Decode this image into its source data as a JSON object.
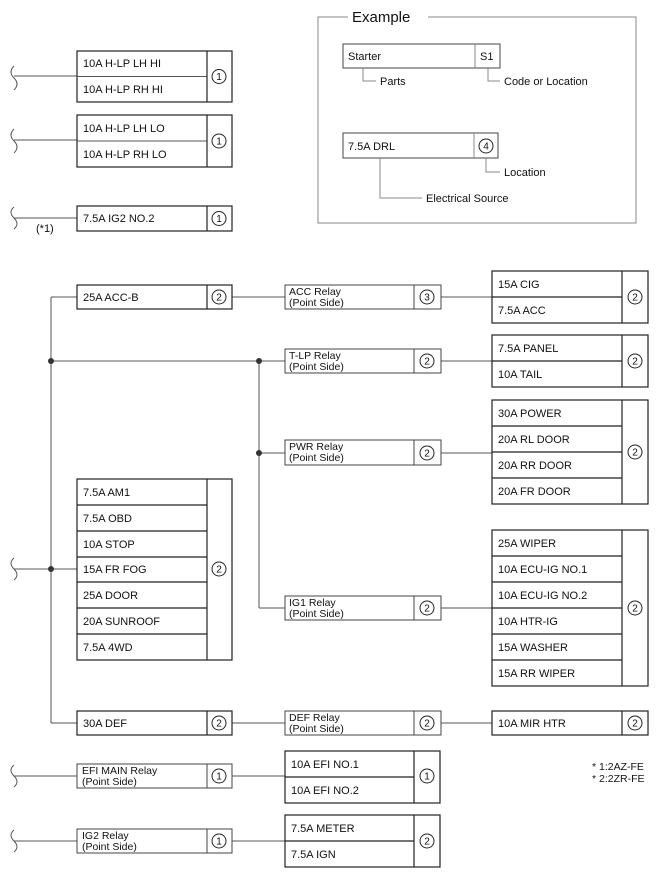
{
  "example": {
    "title": "Example",
    "starter": {
      "label": "Starter",
      "code": "S1"
    },
    "parts_label": "Parts",
    "code_location_label": "Code or Location",
    "drl": {
      "label": "7.5A DRL",
      "code": "4"
    },
    "location_label": "Location",
    "electrical_source_label": "Electrical Source"
  },
  "headlamp_hi": {
    "fuses": [
      "10A H-LP LH HI",
      "10A H-LP RH HI"
    ],
    "code": "1"
  },
  "headlamp_lo": {
    "fuses": [
      "10A H-LP LH LO",
      "10A H-LP RH LO"
    ],
    "code": "1"
  },
  "ig2_no2": {
    "label": "7.5A IG2 NO.2",
    "code": "1",
    "note": "(*1)"
  },
  "acc_b": {
    "label": "25A ACC-B",
    "code": "2"
  },
  "acc_relay": {
    "line1": "ACC Relay",
    "line2": "(Point Side)",
    "code": "3"
  },
  "acc_fuses": {
    "items": [
      "15A CIG",
      "7.5A ACC"
    ],
    "code": "2"
  },
  "tlp_relay": {
    "line1": "T-LP Relay",
    "line2": "(Point Side)",
    "code": "2"
  },
  "tlp_fuses": {
    "items": [
      "7.5A PANEL",
      "10A TAIL"
    ],
    "code": "2"
  },
  "pwr_relay": {
    "line1": "PWR Relay",
    "line2": "(Point Side)",
    "code": "2"
  },
  "pwr_fuses": {
    "items": [
      "30A POWER",
      "20A RL DOOR",
      "20A RR DOOR",
      "20A FR DOOR"
    ],
    "code": "2"
  },
  "main_fuses": {
    "items": [
      "7.5A AM1",
      "7.5A OBD",
      "10A STOP",
      "15A FR FOG",
      "25A DOOR",
      "20A SUNROOF",
      "7.5A 4WD"
    ],
    "code": "2"
  },
  "ig1_relay": {
    "line1": "IG1 Relay",
    "line2": "(Point Side)",
    "code": "2"
  },
  "ig1_fuses": {
    "items": [
      "25A WIPER",
      "10A ECU-IG NO.1",
      "10A ECU-IG NO.2",
      "10A HTR-IG",
      "15A WASHER",
      "15A RR WIPER"
    ],
    "code": "2"
  },
  "def": {
    "label": "30A DEF",
    "code": "2"
  },
  "def_relay": {
    "line1": "DEF Relay",
    "line2": "(Point Side)",
    "code": "2"
  },
  "mir_htr": {
    "label": "10A MIR HTR",
    "code": "2"
  },
  "efi_main_relay": {
    "line1": "EFI MAIN Relay",
    "line2": "(Point Side)",
    "code": "1"
  },
  "efi_fuses": {
    "items": [
      "10A EFI NO.1",
      "10A EFI NO.2"
    ],
    "code": "1"
  },
  "ig2_relay": {
    "line1": "IG2 Relay",
    "line2": "(Point Side)",
    "code": "1"
  },
  "ig2_fuses": {
    "items": [
      "7.5A METER",
      "7.5A IGN"
    ],
    "code": "2"
  },
  "footnotes": [
    "* 1:2AZ-FE",
    "* 2:2ZR-FE"
  ]
}
